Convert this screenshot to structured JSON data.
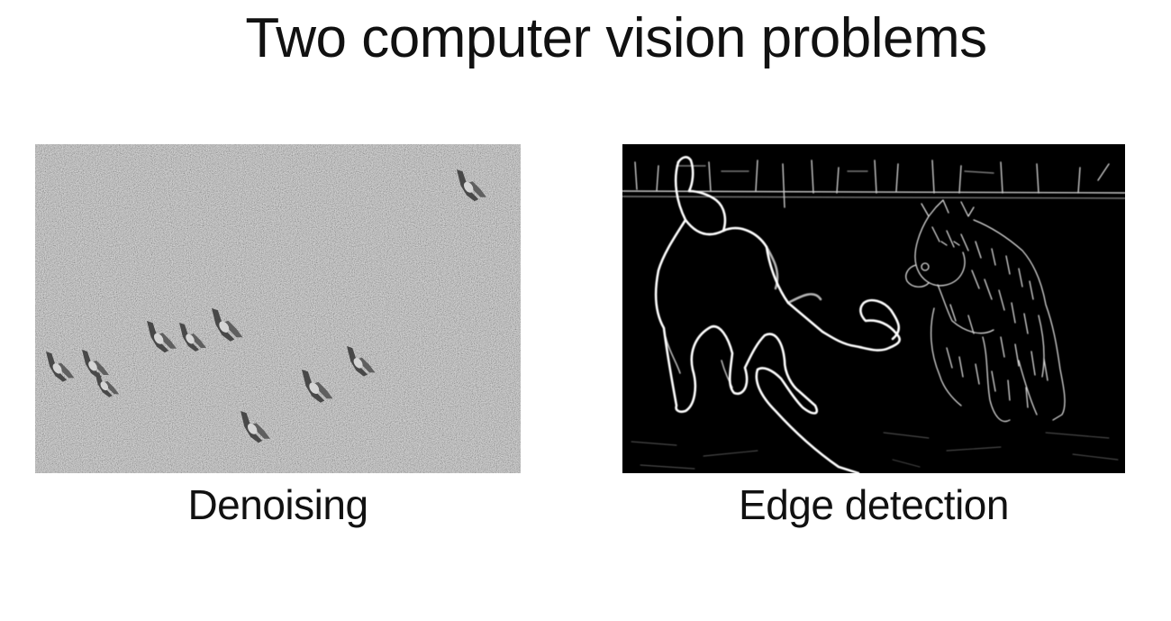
{
  "slide": {
    "title": "Two computer vision problems"
  },
  "panels": [
    {
      "caption": "Denoising",
      "image": "noisy-grayscale-flock-of-birds"
    },
    {
      "caption": "Edge detection",
      "image": "edge-map-two-dogs-black-background"
    }
  ],
  "colors": {
    "noise_base": "#a8a8a8",
    "edge_background": "#000000",
    "edge_lines": "#ffffff"
  }
}
